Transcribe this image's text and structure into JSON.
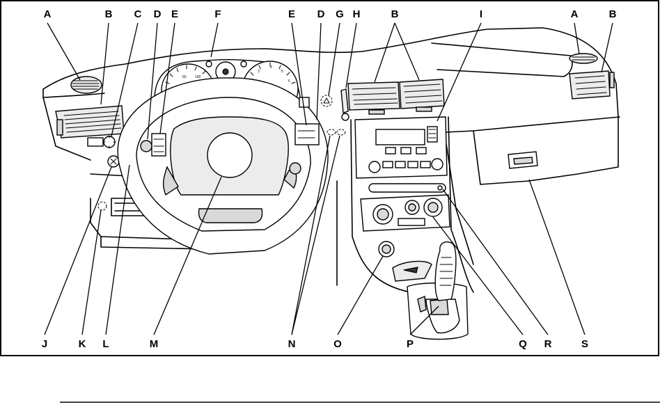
{
  "figure": {
    "top_labels": [
      "A",
      "B",
      "C",
      "D",
      "E",
      "F",
      "E",
      "D",
      "G",
      "H",
      "B",
      "I",
      "A",
      "B"
    ],
    "bottom_labels": [
      "J",
      "K",
      "L",
      "M",
      "N",
      "O",
      "P",
      "Q",
      "R",
      "S"
    ]
  }
}
